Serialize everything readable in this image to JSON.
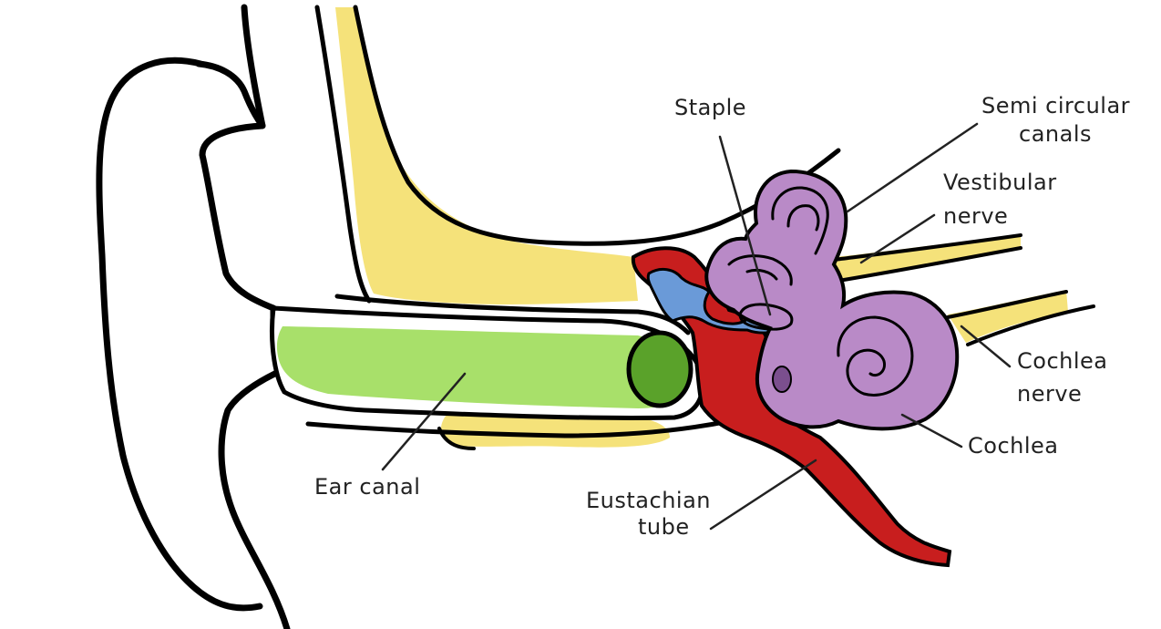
{
  "labels": {
    "staple": "Staple",
    "semi_circular_1": "Semi circular",
    "semi_circular_2": "canals",
    "vestibular_1": "Vestibular",
    "vestibular_2": "nerve",
    "cochlea_nerve_1": "Cochlea",
    "cochlea_nerve_2": "nerve",
    "cochlea": "Cochlea",
    "eustachian_1": "Eustachian",
    "eustachian_2": "tube",
    "ear_canal": "Ear canal"
  },
  "colors": {
    "bone": "#f5e27a",
    "canal": "#a8e06a",
    "eardrum": "#5aa22a",
    "middle_ear": "#c81e1e",
    "ossicles": "#6a9ad8",
    "inner_ear": "#b98ac7",
    "outline": "#000000"
  }
}
